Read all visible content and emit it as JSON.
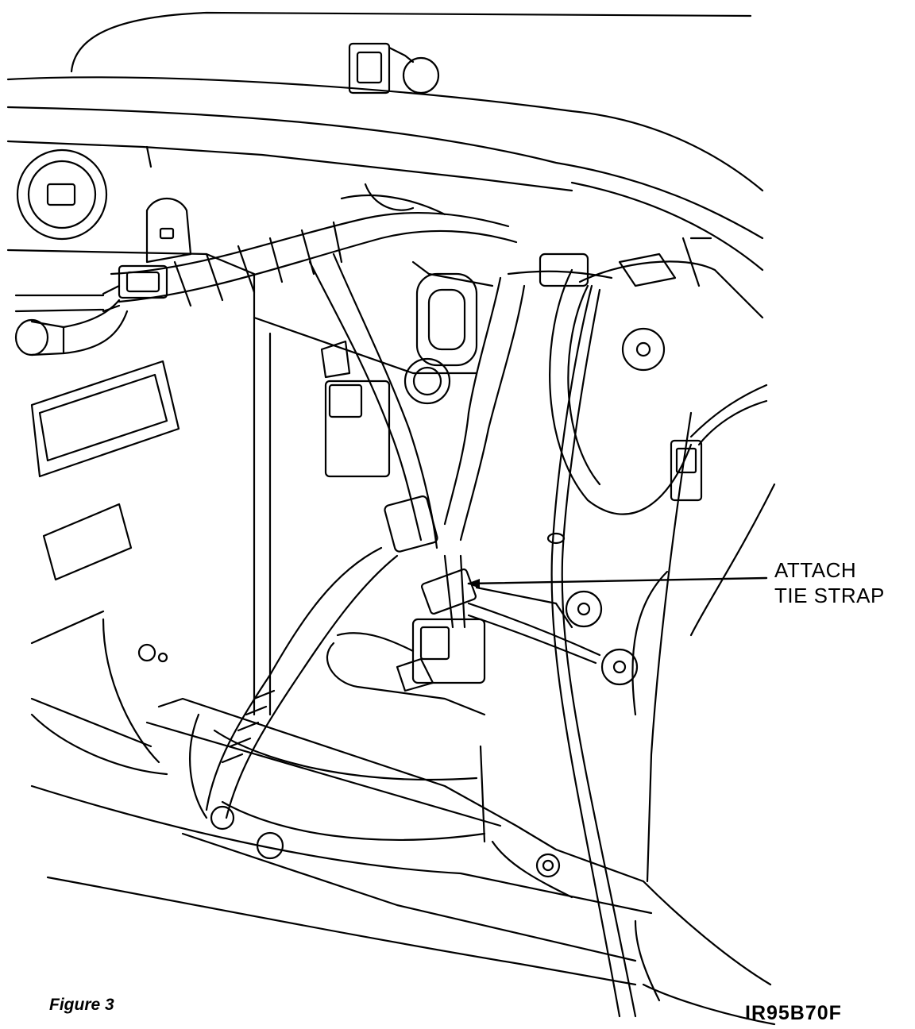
{
  "callout": {
    "line1": "ATTACH",
    "line2": "TIE STRAP"
  },
  "caption": "Figure 3",
  "figure_code": "IR95B70F",
  "colors": {
    "ink": "#000000",
    "paper": "#ffffff"
  }
}
